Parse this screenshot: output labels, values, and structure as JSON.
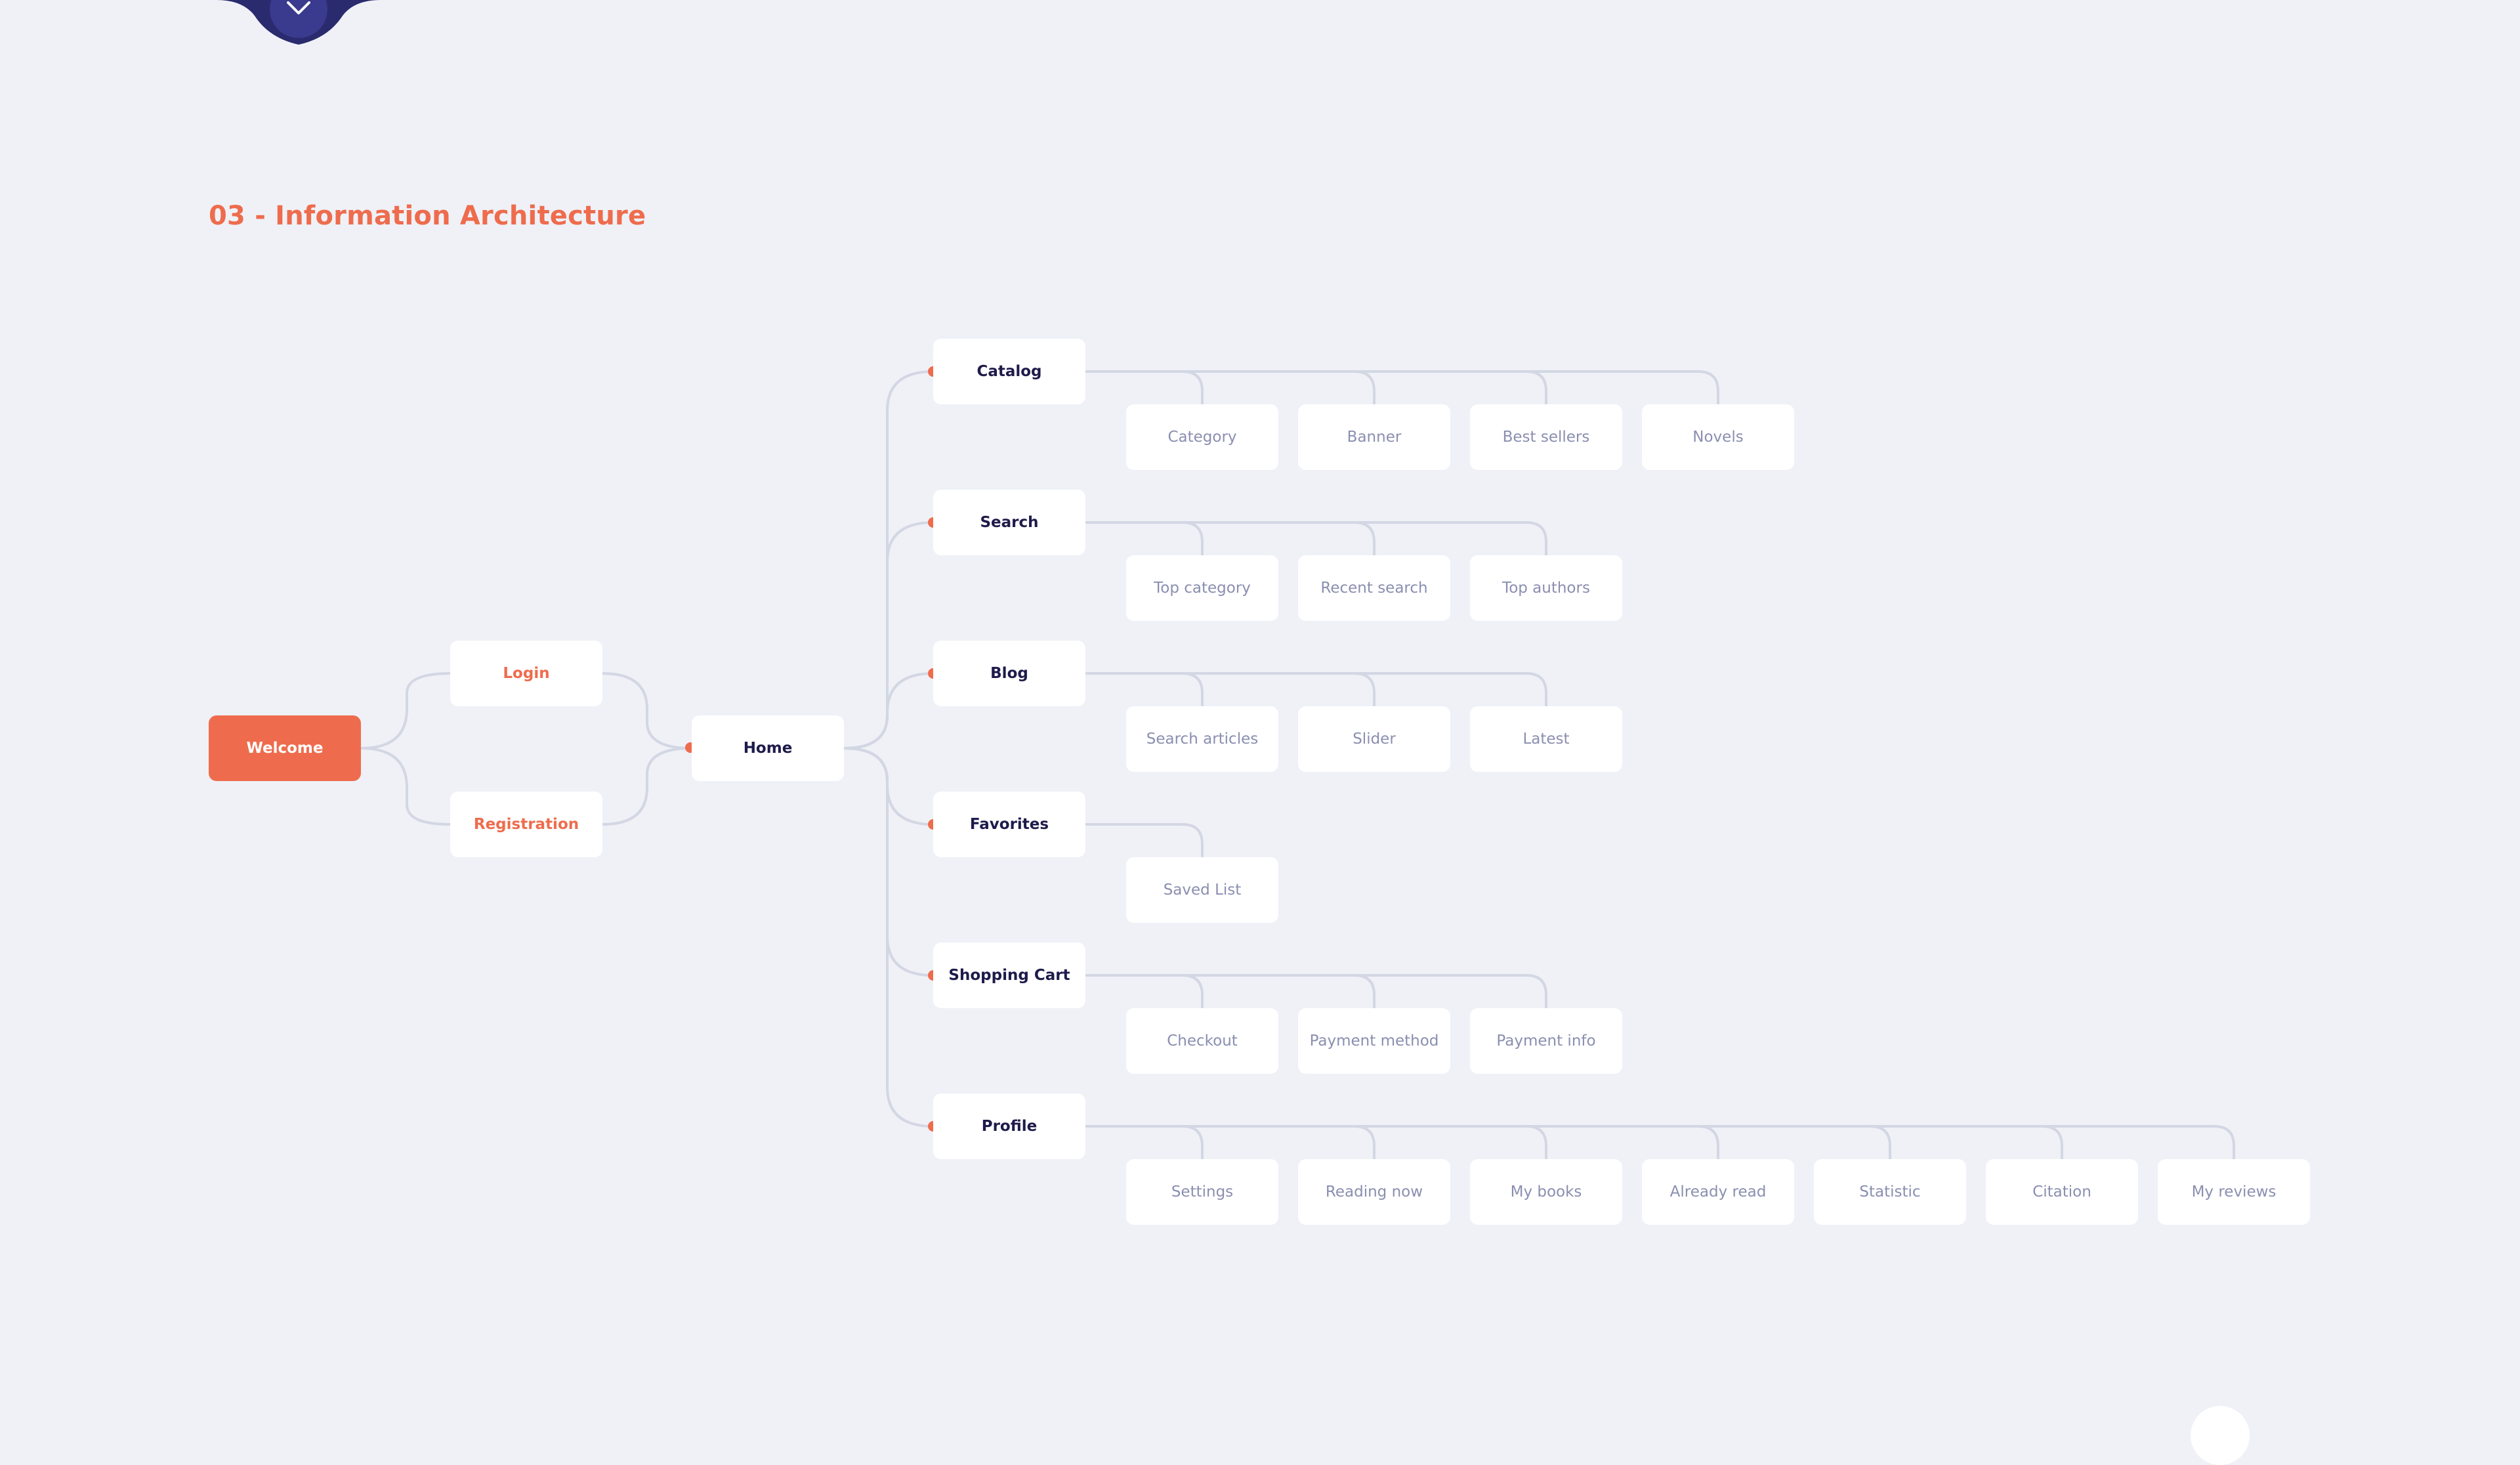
{
  "title": "03 - Information Architecture",
  "colors": {
    "background": "#EFF1F7",
    "accent": "#EE6C4D",
    "node": "#FFFFFF",
    "heading_text": "#1E1B4B",
    "muted_text": "#8A8FB0",
    "connector": "#D3D7E3",
    "notch": "#2A2A6E"
  },
  "tab_notch": {
    "icon": "chevron-down-icon"
  },
  "welcome": "Welcome",
  "auth": [
    "Login",
    "Registration"
  ],
  "home": "Home",
  "sections": [
    {
      "label": "Catalog",
      "children": [
        "Category",
        "Banner",
        "Best sellers",
        "Novels"
      ]
    },
    {
      "label": "Search",
      "children": [
        "Top category",
        "Recent search",
        "Top authors"
      ]
    },
    {
      "label": "Blog",
      "children": [
        "Search articles",
        "Slider",
        "Latest"
      ]
    },
    {
      "label": "Favorites",
      "children": [
        "Saved List"
      ]
    },
    {
      "label": "Shopping Cart",
      "children": [
        "Checkout",
        "Payment method",
        "Payment info"
      ]
    },
    {
      "label": "Profile",
      "children": [
        "Settings",
        "Reading now",
        "My books",
        "Already read",
        "Statistic",
        "Citation",
        "My reviews"
      ]
    }
  ]
}
